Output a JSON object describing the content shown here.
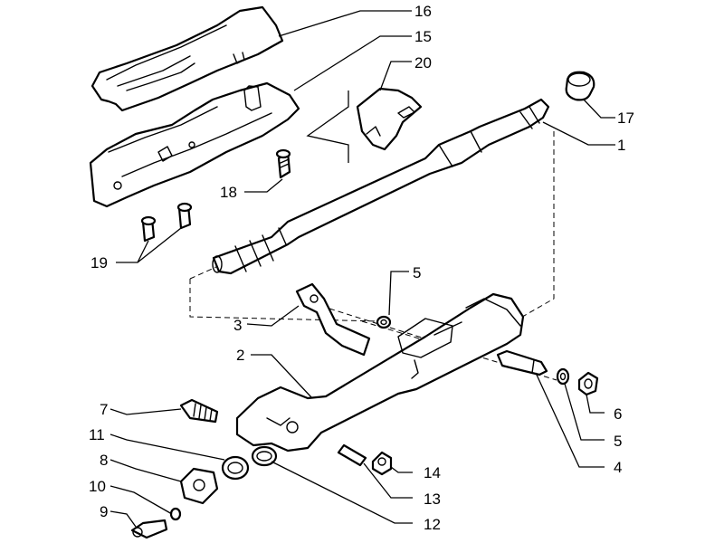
{
  "callouts": [
    {
      "id": "16",
      "text": "16"
    },
    {
      "id": "15",
      "text": "15"
    },
    {
      "id": "20",
      "text": "20"
    },
    {
      "id": "17",
      "text": "17"
    },
    {
      "id": "1",
      "text": "1"
    },
    {
      "id": "18",
      "text": "18"
    },
    {
      "id": "19",
      "text": "19"
    },
    {
      "id": "5a",
      "text": "5"
    },
    {
      "id": "3",
      "text": "3"
    },
    {
      "id": "2",
      "text": "2"
    },
    {
      "id": "7",
      "text": "7"
    },
    {
      "id": "6",
      "text": "6"
    },
    {
      "id": "5b",
      "text": "5"
    },
    {
      "id": "11",
      "text": "11"
    },
    {
      "id": "4",
      "text": "4"
    },
    {
      "id": "8",
      "text": "8"
    },
    {
      "id": "14",
      "text": "14"
    },
    {
      "id": "10",
      "text": "10"
    },
    {
      "id": "13",
      "text": "13"
    },
    {
      "id": "9",
      "text": "9"
    },
    {
      "id": "12",
      "text": "12"
    }
  ]
}
